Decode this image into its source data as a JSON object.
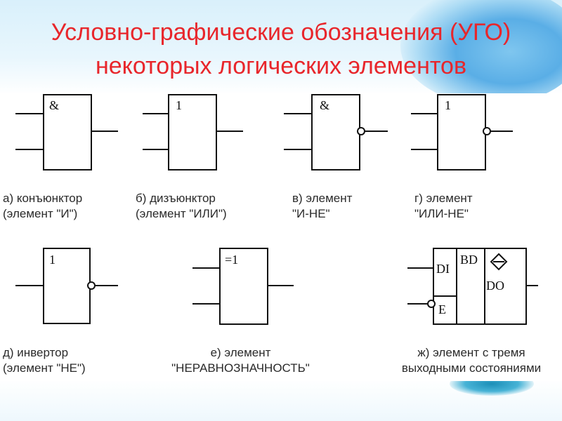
{
  "header": {
    "title_line1": "Условно-графические обозначения (УГО)",
    "title_line2": "некоторых логических элементов"
  },
  "gates": [
    {
      "id": "a",
      "symbol": "&",
      "caption_line1": "а) конъюнктор",
      "caption_line2": "(элемент \"И\")"
    },
    {
      "id": "b",
      "symbol": "1",
      "caption_line1": "б) дизъюнктор",
      "caption_line2": "(элемент \"ИЛИ\")"
    },
    {
      "id": "v",
      "symbol": "&",
      "caption_line1": "в) элемент",
      "caption_line2": "\"И-НЕ\""
    },
    {
      "id": "g",
      "symbol": "1",
      "caption_line1": "г) элемент",
      "caption_line2": "\"ИЛИ-НЕ\""
    },
    {
      "id": "d",
      "symbol": "1",
      "caption_line1": "д) инвертор",
      "caption_line2": "(элемент \"НЕ\")"
    },
    {
      "id": "e",
      "symbol": "=1",
      "caption_line1": "е) элемент",
      "caption_line2": "\"НЕРАВНОЗНАЧНОСТЬ\""
    },
    {
      "id": "zh",
      "symbol_di": "DI",
      "symbol_bd": "BD",
      "symbol_e": "E",
      "symbol_do": "DO",
      "caption_line1": "ж) элемент с тремя",
      "caption_line2": "выходными состояниями"
    }
  ]
}
